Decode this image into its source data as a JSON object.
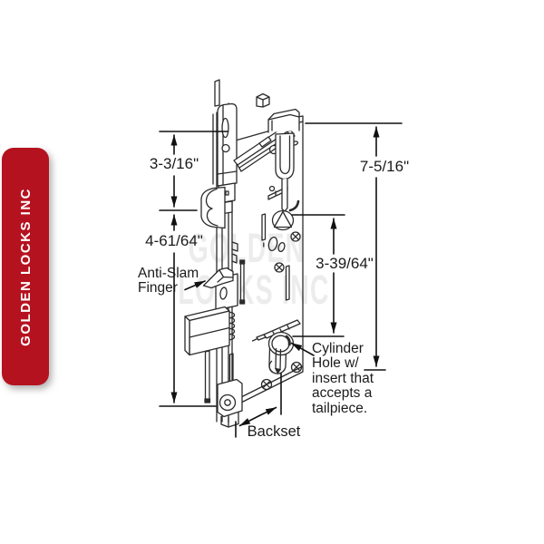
{
  "banner": {
    "label": "GOLDEN LOCKS INC",
    "color": "#B5121F"
  },
  "watermark": {
    "line1": "GOLDEN",
    "line2": "LOCKS INC"
  },
  "dimensions": {
    "top_section": "3-3/16\"",
    "middle_section": "4-61/64\"",
    "overall_height": "7-5/16\"",
    "hub_to_cylinder": "3-39/64\"",
    "backset_label": "Backset"
  },
  "callouts": {
    "anti_slam_line1": "Anti-Slam",
    "anti_slam_line2": "Finger",
    "cylinder_line1": "Cylinder",
    "cylinder_line2": "Hole w/",
    "cylinder_line3": "insert that",
    "cylinder_line4": "accepts a",
    "cylinder_line5": "tailpiece."
  }
}
